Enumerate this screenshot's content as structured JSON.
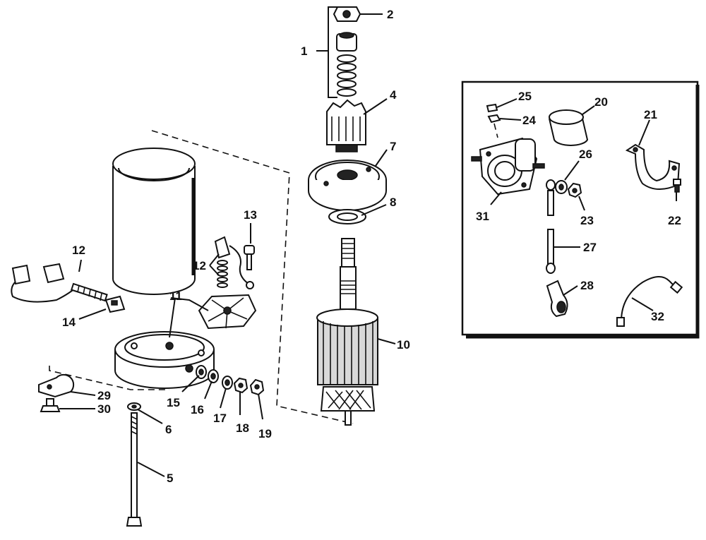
{
  "callouts": {
    "c1": "1",
    "c2": "2",
    "c4": "4",
    "c5": "5",
    "c6": "6",
    "c7": "7",
    "c8": "8",
    "c10": "10",
    "c11": "11",
    "c12a": "12",
    "c12b": "12",
    "c13": "13",
    "c14": "14",
    "c15": "15",
    "c16": "16",
    "c17": "17",
    "c18": "18",
    "c19": "19",
    "c20": "20",
    "c21": "21",
    "c22": "22",
    "c23": "23",
    "c24": "24",
    "c25": "25",
    "c26": "26",
    "c27": "27",
    "c28": "28",
    "c29": "29",
    "c30": "30",
    "c31": "31",
    "c32": "32"
  },
  "colors": {
    "ink": "#111111",
    "paper": "#ffffff",
    "shade": "#d8d8d8"
  }
}
